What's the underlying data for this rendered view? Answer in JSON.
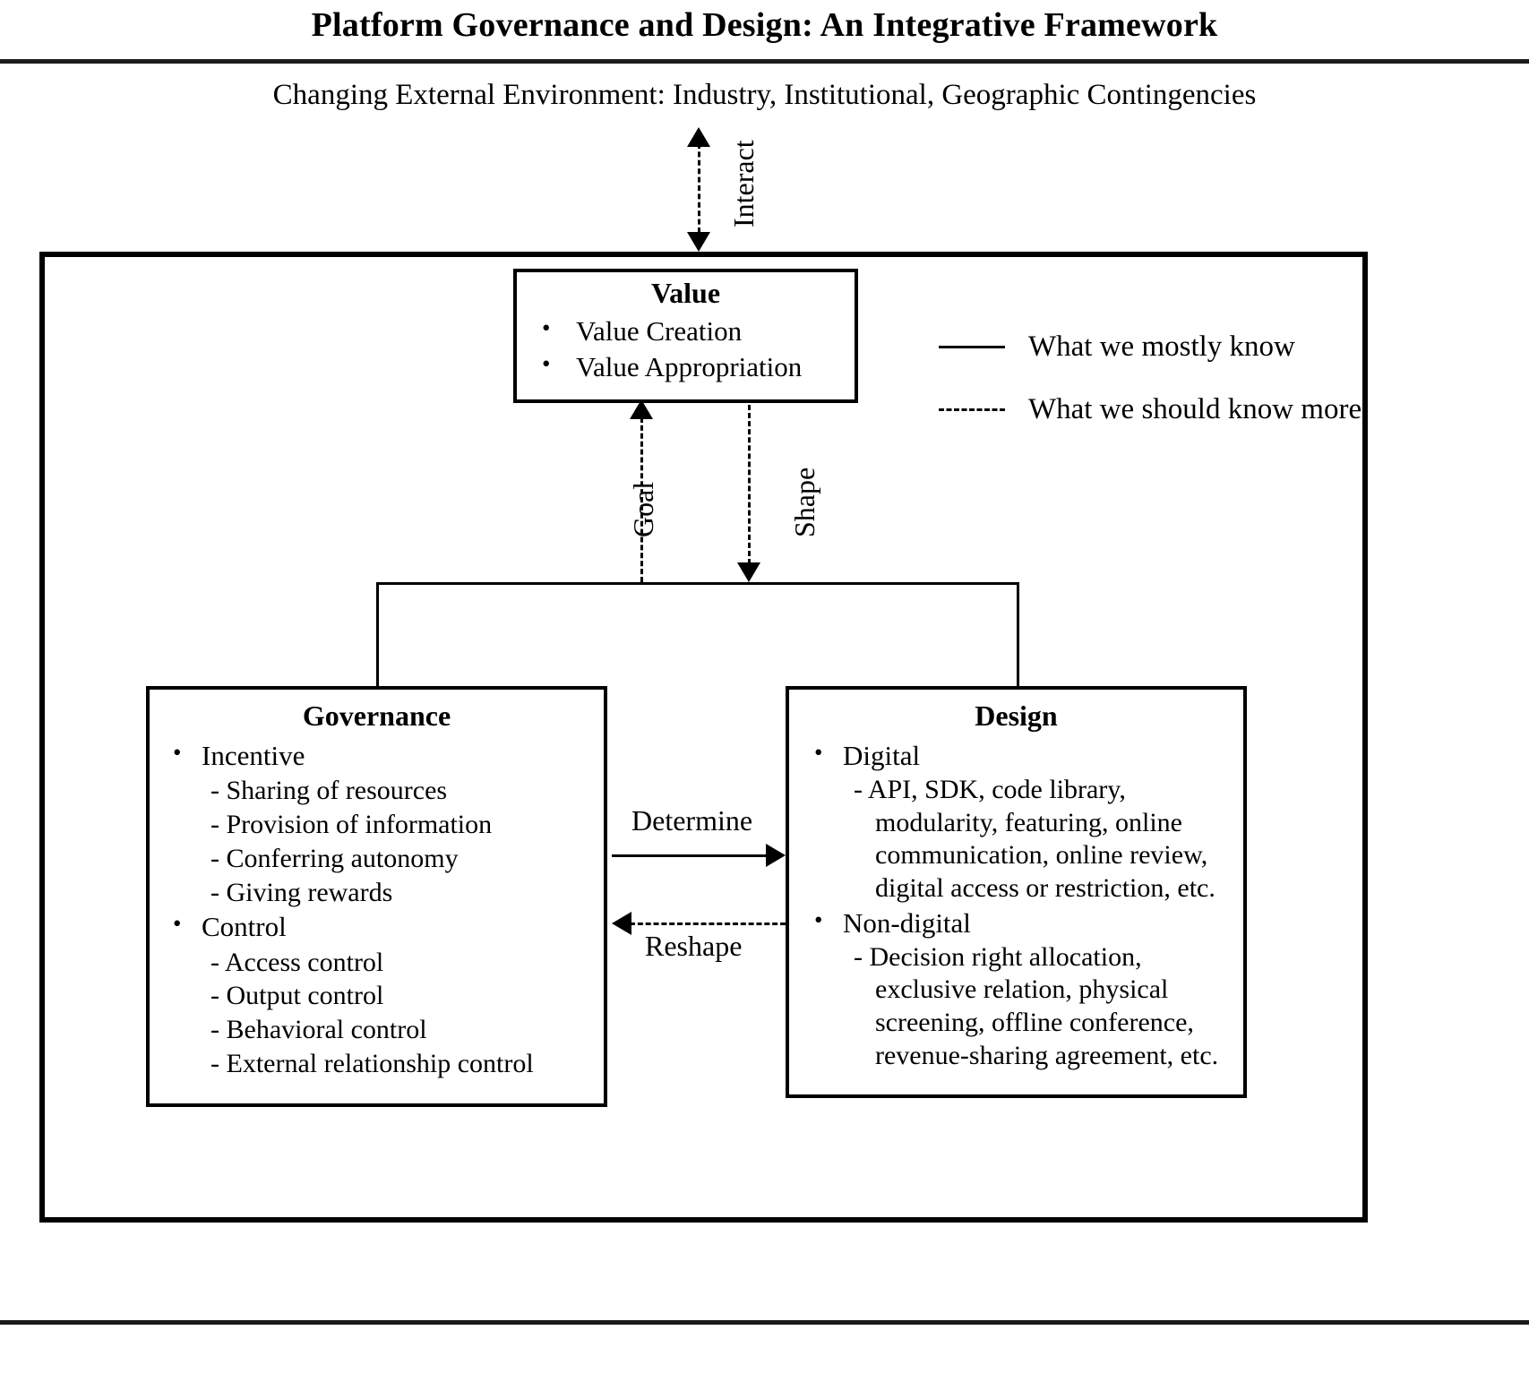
{
  "figure": {
    "title": "Platform Governance and Design: An Integrative Framework",
    "environment_label": "Changing External Environment: Industry, Institutional, Geographic Contingencies"
  },
  "legend": {
    "items": [
      {
        "style": "solid",
        "label": "What we mostly know"
      },
      {
        "style": "dashed",
        "label": "What we should know more"
      }
    ]
  },
  "edges": {
    "interact": "Interact",
    "goal": "Goal",
    "shape": "Shape",
    "determine": "Determine",
    "reshape": "Reshape"
  },
  "nodes": {
    "value": {
      "title": "Value",
      "bullets": [
        "Value Creation",
        "Value Appropriation"
      ]
    },
    "governance": {
      "title": "Governance",
      "groups": [
        {
          "bullet": "Incentive",
          "items": [
            "- Sharing of resources",
            "- Provision of information",
            "- Conferring autonomy",
            "- Giving rewards"
          ]
        },
        {
          "bullet": "Control",
          "items": [
            "-  Access control",
            "- Output control",
            "- Behavioral control",
            "- External relationship control"
          ]
        }
      ]
    },
    "design": {
      "title": "Design",
      "groups": [
        {
          "bullet": "Digital",
          "items": [
            "- API, SDK, code library,",
            "modularity, featuring, online",
            "communication, online review,",
            "digital access or restriction, etc."
          ]
        },
        {
          "bullet": "Non-digital",
          "items": [
            "- Decision right allocation,",
            "exclusive relation, physical",
            "screening, offline conference,",
            "revenue-sharing agreement, etc."
          ]
        }
      ]
    }
  }
}
